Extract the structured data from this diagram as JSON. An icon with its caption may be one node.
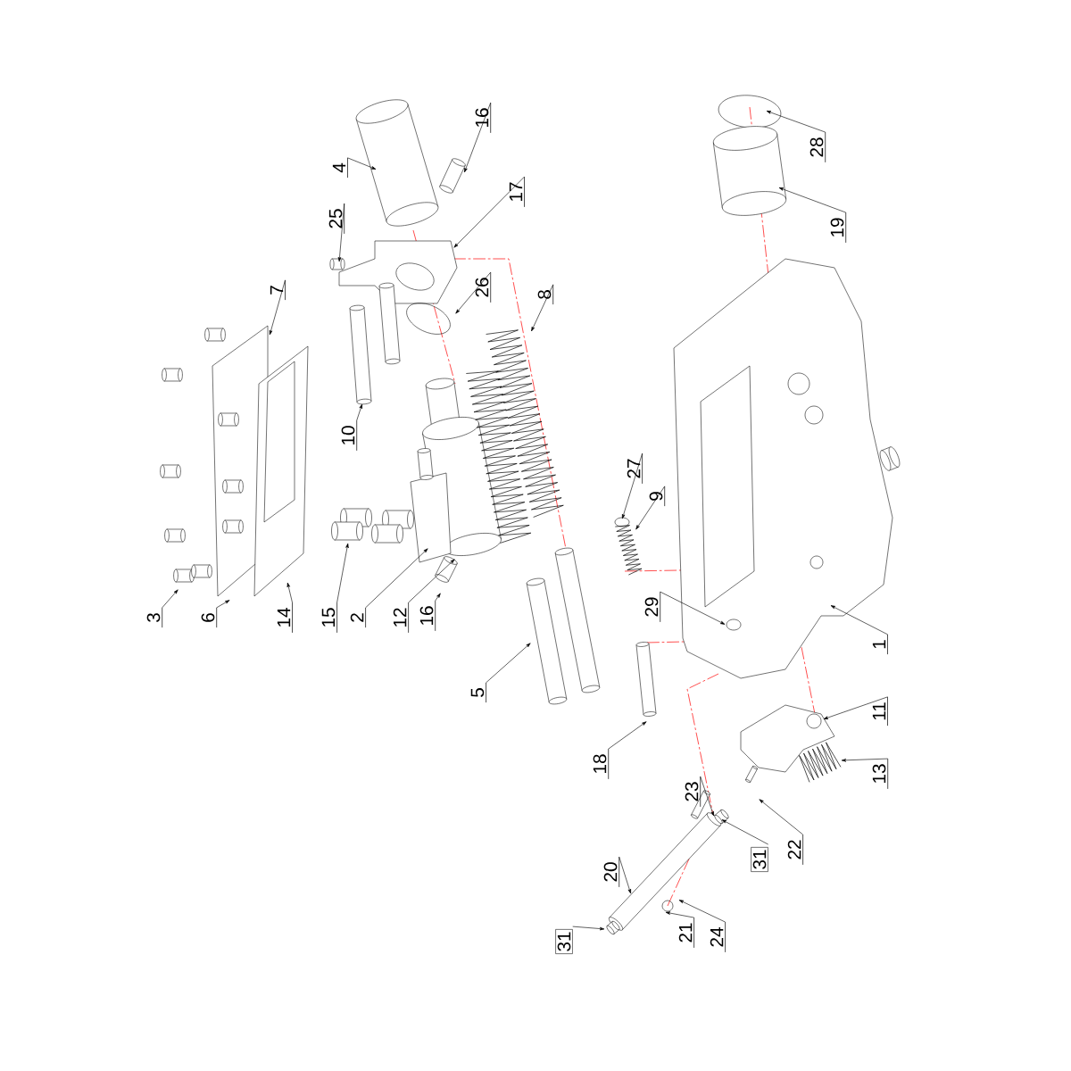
{
  "diagram": {
    "nodes": [
      {
        "text": [
          "4"
        ]
      },
      {
        "text": [
          "16"
        ]
      },
      {
        "text": [
          "25"
        ]
      },
      {
        "text": [
          "17"
        ]
      },
      {
        "text": [
          "28"
        ]
      },
      {
        "text": [
          "19"
        ]
      },
      {
        "text": [
          "7"
        ]
      },
      {
        "text": [
          "26"
        ]
      },
      {
        "text": [
          "8"
        ]
      },
      {
        "text": [
          "10"
        ]
      },
      {
        "text": [
          "27"
        ]
      },
      {
        "text": [
          "9"
        ]
      },
      {
        "text": [
          "3"
        ]
      },
      {
        "text": [
          "6"
        ]
      },
      {
        "text": [
          "14"
        ]
      },
      {
        "text": [
          "15"
        ]
      },
      {
        "text": [
          "2"
        ]
      },
      {
        "text": [
          "12"
        ]
      },
      {
        "text": [
          "16"
        ]
      },
      {
        "text": [
          "29"
        ]
      },
      {
        "text": [
          "1"
        ]
      },
      {
        "text": [
          "5"
        ]
      },
      {
        "text": [
          "11"
        ]
      },
      {
        "text": [
          "18"
        ]
      },
      {
        "text": [
          "13"
        ]
      },
      {
        "text": [
          "23"
        ]
      },
      {
        "text": [
          "22"
        ]
      },
      {
        "text": [
          "31"
        ]
      },
      {
        "text": [
          "20"
        ]
      },
      {
        "text": [
          "31"
        ]
      },
      {
        "text": [
          "21"
        ]
      },
      {
        "text": [
          "24"
        ]
      }
    ],
    "edges": [
      {
        "from": 0,
        "to": null,
        "arrow": "to"
      },
      {
        "from": 1,
        "to": null,
        "arrow": "to"
      },
      {
        "from": 2,
        "to": null,
        "arrow": "to"
      },
      {
        "from": 3,
        "to": null,
        "arrow": "to"
      },
      {
        "from": 4,
        "to": null,
        "arrow": "to"
      },
      {
        "from": 5,
        "to": null,
        "arrow": "to"
      },
      {
        "from": 6,
        "to": null,
        "arrow": "to"
      },
      {
        "from": 7,
        "to": null,
        "arrow": "to"
      },
      {
        "from": 8,
        "to": null,
        "arrow": "to"
      },
      {
        "from": 9,
        "to": null,
        "arrow": "to"
      },
      {
        "from": 10,
        "to": null,
        "arrow": "to"
      },
      {
        "from": 11,
        "to": null,
        "arrow": "to"
      },
      {
        "from": 12,
        "to": null,
        "arrow": "to"
      },
      {
        "from": 13,
        "to": null,
        "arrow": "to"
      },
      {
        "from": 14,
        "to": null,
        "arrow": "to"
      },
      {
        "from": 15,
        "to": null,
        "arrow": "to"
      },
      {
        "from": 16,
        "to": null,
        "arrow": "to"
      },
      {
        "from": 17,
        "to": null,
        "arrow": "to"
      },
      {
        "from": 18,
        "to": null,
        "arrow": "to"
      },
      {
        "from": 19,
        "to": null,
        "arrow": "to"
      },
      {
        "from": 20,
        "to": null,
        "arrow": "to"
      },
      {
        "from": 21,
        "to": null,
        "arrow": "to"
      },
      {
        "from": 22,
        "to": null,
        "arrow": "to"
      },
      {
        "from": 23,
        "to": null,
        "arrow": "to"
      },
      {
        "from": 24,
        "to": null,
        "arrow": "to"
      },
      {
        "from": 25,
        "to": null,
        "arrow": "to"
      },
      {
        "from": 26,
        "to": null,
        "arrow": "to"
      },
      {
        "from": 27,
        "to": null,
        "arrow": "to"
      },
      {
        "from": 28,
        "to": null,
        "arrow": "to"
      },
      {
        "from": 29,
        "to": null,
        "arrow": "to"
      },
      {
        "from": 30,
        "to": null,
        "arrow": "to"
      },
      {
        "from": 31,
        "to": null,
        "arrow": "to"
      }
    ]
  }
}
